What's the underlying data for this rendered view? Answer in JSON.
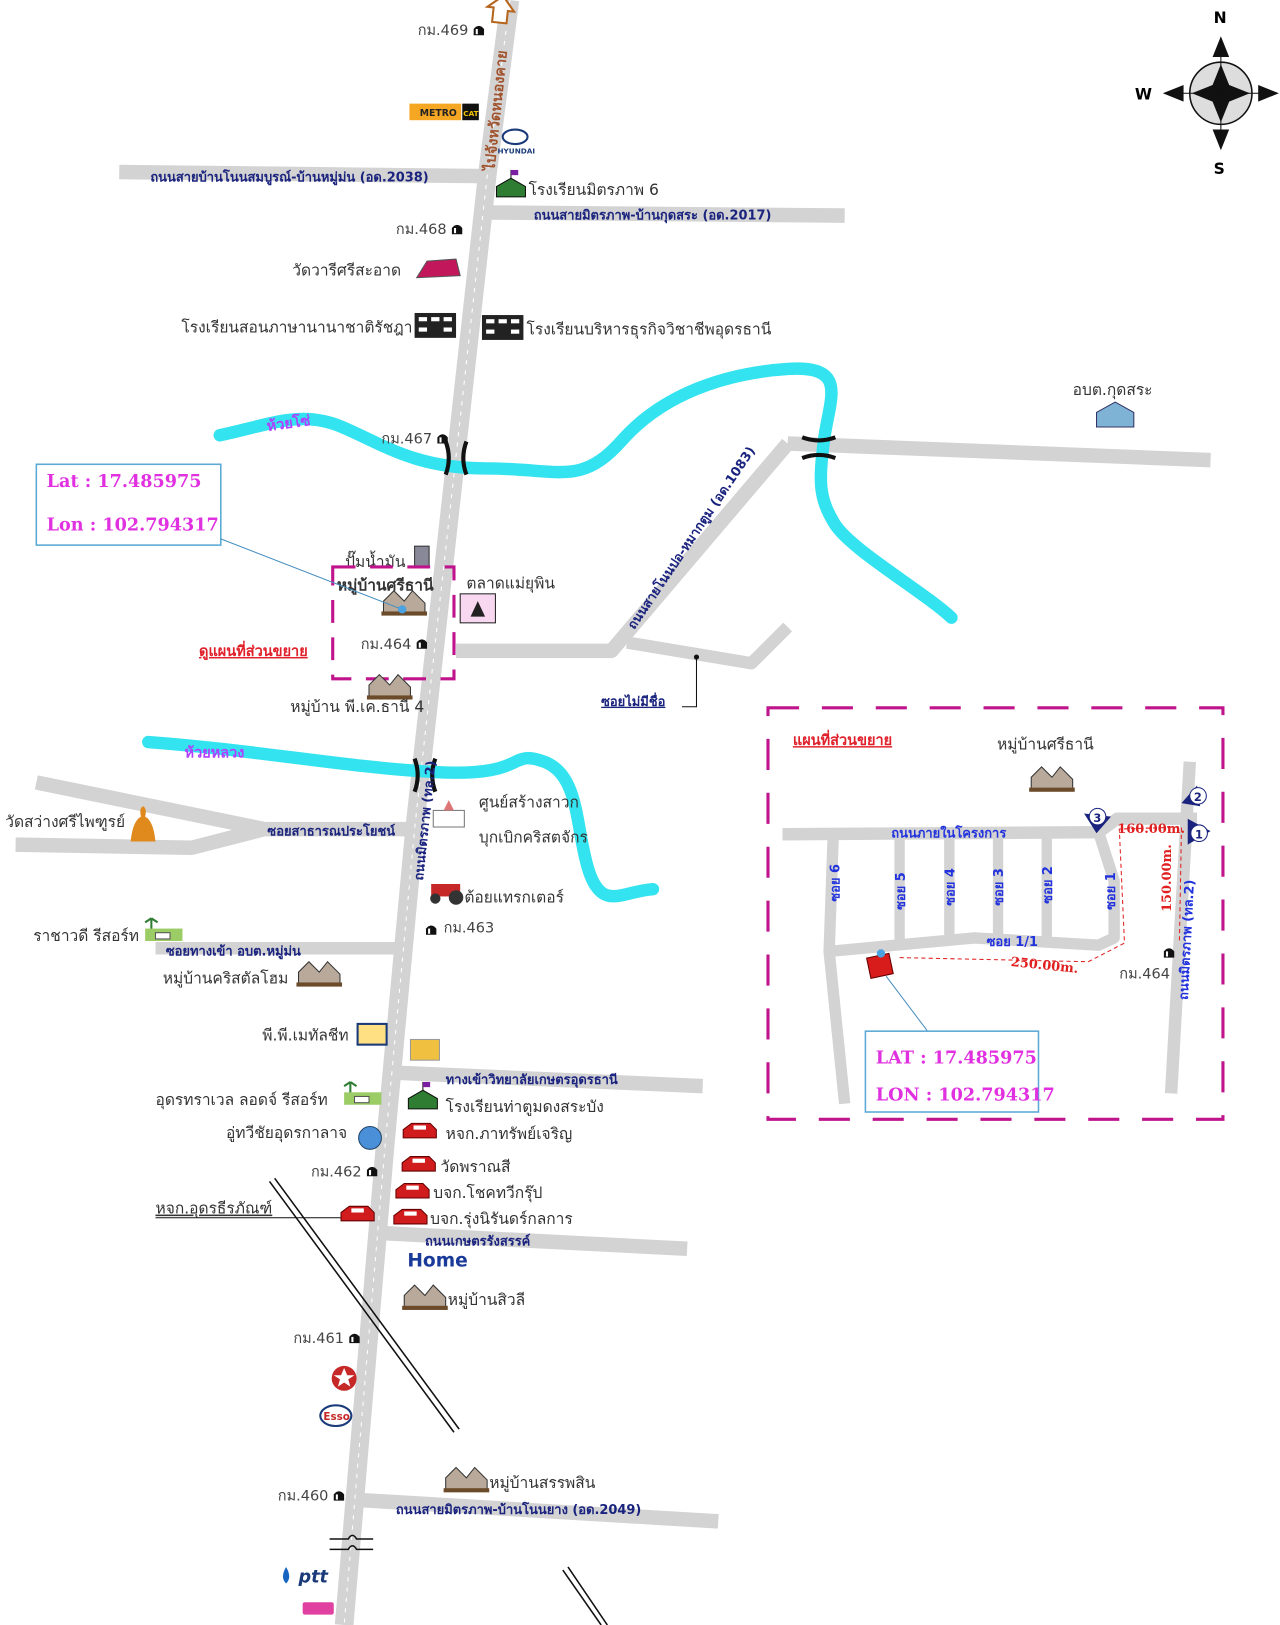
{
  "compass": {
    "n": "N",
    "w": "W",
    "s": "S"
  },
  "colors": {
    "road": "#d3d3d3",
    "river": "#33e3ef",
    "road_label": "#1a237e",
    "highlight": "#e030e0",
    "inset_border": "#c0148c"
  },
  "direction_label": "ไปจังหวัดหนองคาย",
  "km": {
    "k469": "กม.469",
    "k468": "กม.468",
    "k467": "กม.467",
    "k464": "กม.464",
    "k463": "กม.463",
    "k462": "กม.462",
    "k461": "กม.461",
    "k460": "กม.460"
  },
  "roads": {
    "r2038": "ถนนสายบ้านโนนสมบูรณ์-บ้านหมู่ม่น (อด.2038)",
    "r2017": "ถนนสายมิตรภาพ-บ้านกุดสระ (อด.2017)",
    "r1083": "ถนนสายโนนปอ-หมากตูม (อด.1083)",
    "unnamed_soi": "ซอยไม่มีชื่อ",
    "highway2": "ถนนมิตรภาพ (ทล.2)",
    "public_soi": "ซอยสาธารณประโยชน์",
    "soi_obt": "ซอยทางเข้า อบต.หมู่ม่น",
    "college_road": "ทางเข้าวิทยาลัยเกษตรอุดรธานี",
    "kaset_road": "ถนนเกษตรรังสรรค์",
    "r2049": "ถนนสายมิตรภาพ-บ้านโนนยาง (อด.2049)"
  },
  "rivers": {
    "huai_so": "ห้วยโซ่",
    "huai_luang": "ห้วยหลวง"
  },
  "places": {
    "school_mittraphap6": "โรงเรียนมิตรภาพ 6",
    "wat_wari": "วัดวารีศรีสะอาด",
    "school_ratchada": "โรงเรียนสอนภาษานานาชาติรัชฎา",
    "school_business": "โรงเรียนบริหารธุรกิจวิชาชีพอุดรธานี",
    "obt_kudsra": "อบต.กุดสระ",
    "gas_station": "ปั๊มน้ำมัน",
    "village_sithani": "หมู่บ้านศรีธานี",
    "market": "ตลาดแม่ยุพิน",
    "see_inset": "ดูแผนที่ส่วนขยาย",
    "village_pk": "หมู่บ้าน พี.เค.ธานี 4",
    "wat_sawang": "วัดสว่างศรีไพฑูรย์",
    "church1": "ศูนย์สร้างสาวก",
    "church2": "บุกเบิกคริสตจักร",
    "tractor": "ต้อยแทรกเตอร์",
    "resort_ratchawadee": "ราชาวดี รีสอร์ท",
    "village_crystal": "หมู่บ้านคริสตัลโฮม",
    "pp_metal": "พี.พี.เมทัลชีท",
    "udon_travel": "อุดรทราเวล ลอดจ์ รีสอร์ท",
    "school_tatum": "โรงเรียนท่าตูมดงสระบัง",
    "garage": "อู่ทวีชัยอุดรกาลาจ",
    "pasap": "หจก.ภาทรัพย์เจริญ",
    "wat_phran": "วัดพราณสี",
    "chokthawee": "บจก.โชคทวีกรุ๊ป",
    "udon_teera": "หจก.อุดรธีรภัณฑ์",
    "rungniran": "บจก.รุ่งนิรันดร์กลการ",
    "village_siwalee": "หมู่บ้านสิวลี",
    "village_sanphasin": "หมู่บ้านสรรพสิน"
  },
  "logos": {
    "metro": "METRO",
    "cat": "CAT",
    "hyundai": "HYUNDAI",
    "homepro": "Home",
    "esso": "Esso",
    "ptt": "ptt"
  },
  "location_box": {
    "lat": "Lat :  17.485975",
    "lon": "Lon : 102.794317"
  },
  "inset": {
    "title": "แผนที่ส่วนขยาย",
    "village": "หมู่บ้านศรีธานี",
    "internal_road": "ถนนภายในโครงการ",
    "sois": [
      "ซอย 6",
      "ซอย 5",
      "ซอย 4",
      "ซอย 3",
      "ซอย 2",
      "ซอย 1"
    ],
    "soi_1_1": "ซอย 1/1",
    "dist_250": "250.00m.",
    "dist_160": "160.00m.",
    "dist_150": "150.00m.",
    "km464": "กม.464",
    "highway2": "ถนนมิตรภาพ (ทล.2)",
    "markers": [
      "1",
      "2",
      "3"
    ],
    "lat": "LAT : 17.485975",
    "lon": "LON : 102.794317"
  }
}
